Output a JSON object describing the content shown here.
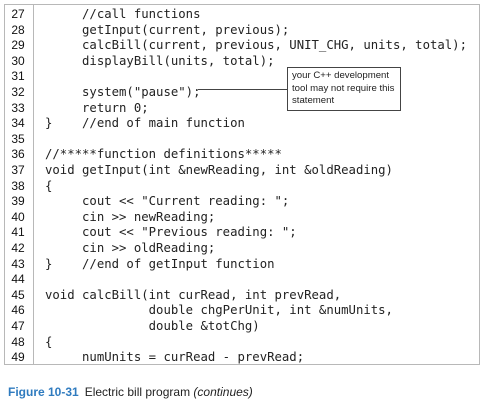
{
  "code_lines": [
    {
      "num": "27",
      "text": "     //call functions"
    },
    {
      "num": "28",
      "text": "     getInput(current, previous);"
    },
    {
      "num": "29",
      "text": "     calcBill(current, previous, UNIT_CHG, units, total);"
    },
    {
      "num": "30",
      "text": "     displayBill(units, total);"
    },
    {
      "num": "31",
      "text": ""
    },
    {
      "num": "32",
      "text": "     system(\"pause\");"
    },
    {
      "num": "33",
      "text": "     return 0;"
    },
    {
      "num": "34",
      "text": "}    //end of main function"
    },
    {
      "num": "35",
      "text": ""
    },
    {
      "num": "36",
      "text": "//*****function definitions*****"
    },
    {
      "num": "37",
      "text": "void getInput(int &newReading, int &oldReading)"
    },
    {
      "num": "38",
      "text": "{"
    },
    {
      "num": "39",
      "text": "     cout << \"Current reading: \";"
    },
    {
      "num": "40",
      "text": "     cin >> newReading;"
    },
    {
      "num": "41",
      "text": "     cout << \"Previous reading: \";"
    },
    {
      "num": "42",
      "text": "     cin >> oldReading;"
    },
    {
      "num": "43",
      "text": "}    //end of getInput function"
    },
    {
      "num": "44",
      "text": ""
    },
    {
      "num": "45",
      "text": "void calcBill(int curRead, int prevRead,"
    },
    {
      "num": "46",
      "text": "              double chgPerUnit, int &numUnits,"
    },
    {
      "num": "47",
      "text": "              double &totChg)"
    },
    {
      "num": "48",
      "text": "{"
    },
    {
      "num": "49",
      "text": "     numUnits = curRead - prevRead;"
    }
  ],
  "callout": {
    "text": "your C++ development tool may not require this statement"
  },
  "caption": {
    "figure_label": "Figure 10-31",
    "title": "Electric bill program",
    "continues": "(continues)"
  }
}
